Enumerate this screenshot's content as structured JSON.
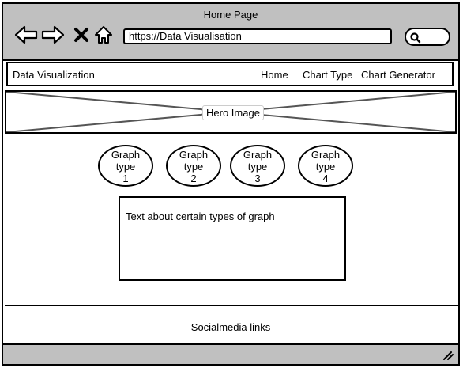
{
  "window": {
    "title": "Home Page"
  },
  "toolbar": {
    "url": "https://Data Visualisation"
  },
  "nav": {
    "brand": "Data Visualization",
    "links": [
      {
        "label": "Home"
      },
      {
        "label": "Chart Type"
      },
      {
        "label": "Chart Generator"
      }
    ]
  },
  "hero": {
    "label": "Hero Image"
  },
  "graph_types": [
    {
      "label": "Graph type 1"
    },
    {
      "label": "Graph type 2"
    },
    {
      "label": "Graph type 3"
    },
    {
      "label": "Graph type 4"
    }
  ],
  "content": {
    "text": "Text about certain types of graph"
  },
  "footer": {
    "text": "Socialmedia links"
  }
}
